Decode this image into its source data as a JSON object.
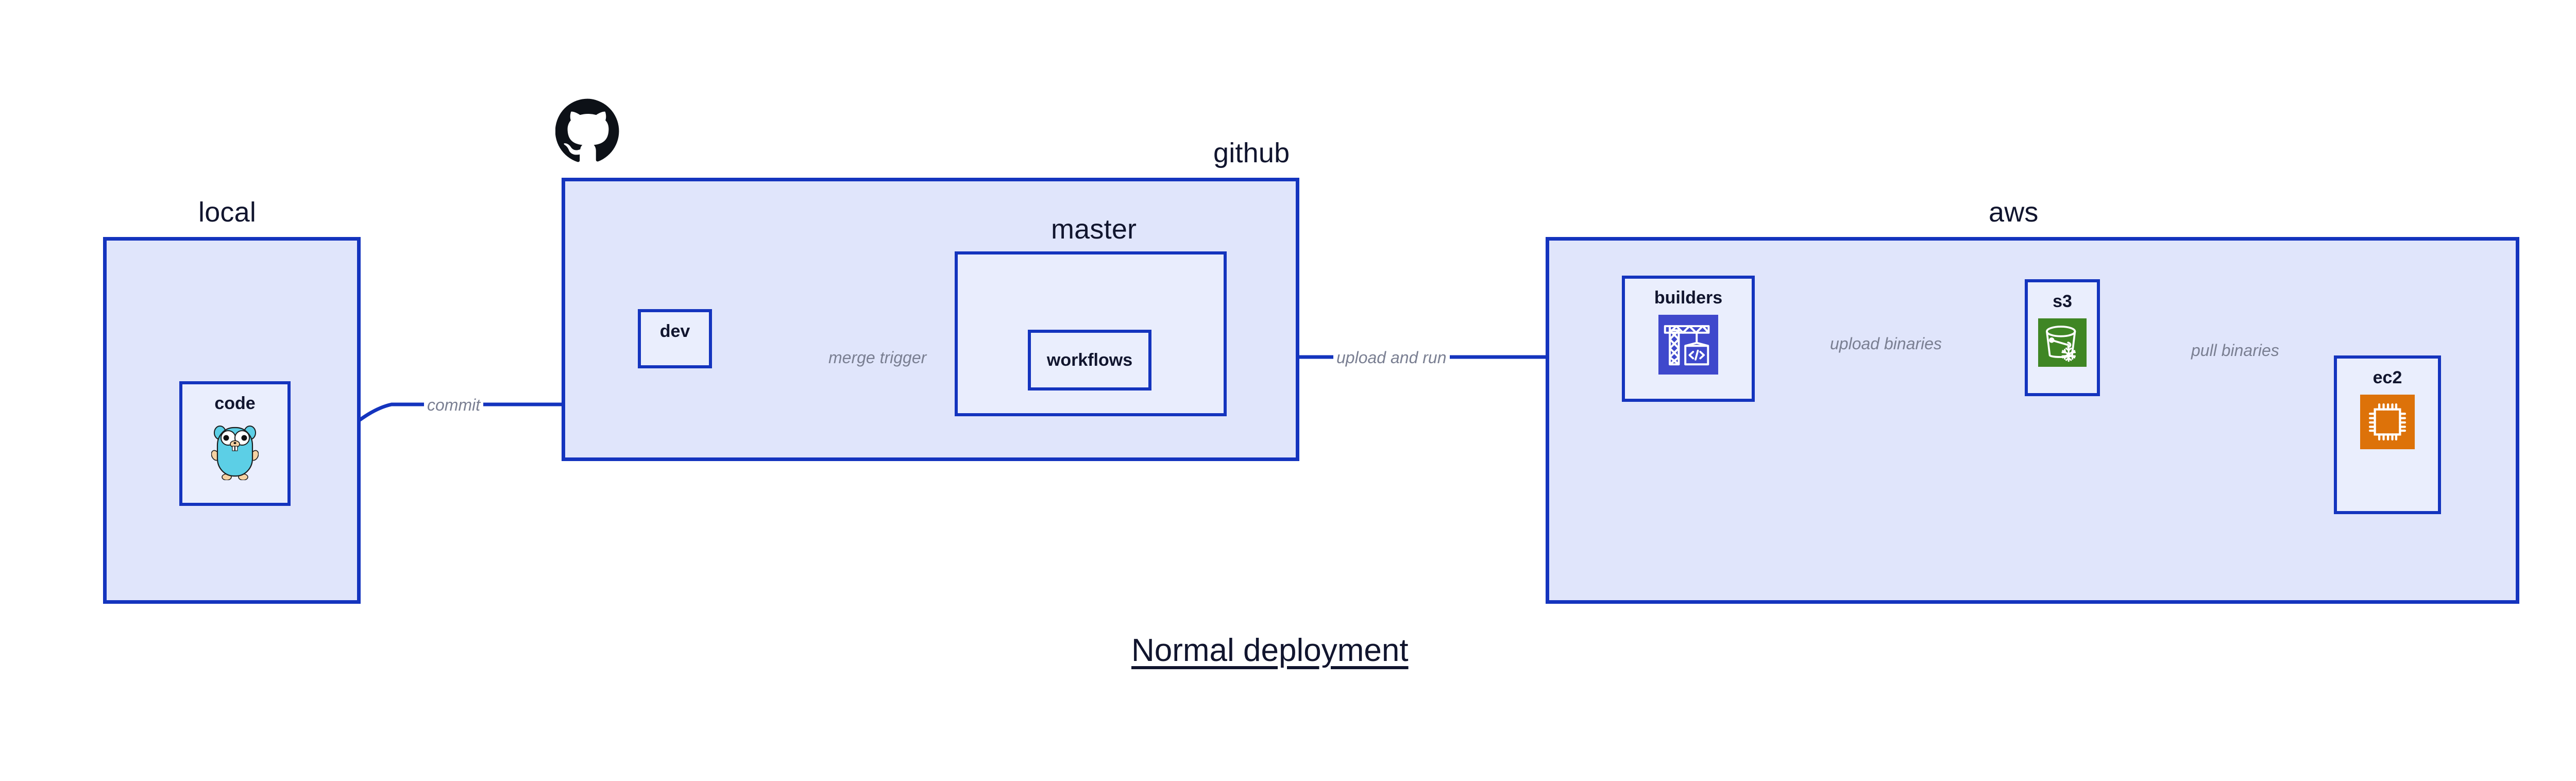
{
  "diagram": {
    "title": "Normal deployment",
    "background_color": "#ffffff",
    "accent_color": "#1434be",
    "group_fill": "#e0e5fb",
    "node_fill": "#eaeefd",
    "label_color": "#11152e",
    "edge_label_color": "#7a7f92"
  },
  "groups": [
    {
      "id": "local",
      "label": "local",
      "logo": null,
      "nodes": [
        "code"
      ]
    },
    {
      "id": "github",
      "label": "github",
      "logo": "github-octocat-icon",
      "nodes": [
        "dev"
      ],
      "subgroups": [
        "master"
      ]
    },
    {
      "id": "master",
      "label": "master",
      "nodes": [
        "workflows"
      ]
    },
    {
      "id": "aws",
      "label": "aws",
      "logo": null,
      "nodes": [
        "builders",
        "s3",
        "ec2"
      ]
    }
  ],
  "nodes": [
    {
      "id": "code",
      "label": "code",
      "icon": "go-gopher-icon",
      "icon_color": "#5ccfe6"
    },
    {
      "id": "dev",
      "label": "dev",
      "icon": null,
      "icon_color": null
    },
    {
      "id": "workflows",
      "label": "workflows",
      "icon": null,
      "icon_color": null
    },
    {
      "id": "builders",
      "label": "builders",
      "icon": "aws-codebuild-icon",
      "icon_color": "#3f48cc"
    },
    {
      "id": "s3",
      "label": "s3",
      "icon": "aws-s3-glacier-icon",
      "icon_color": "#3f8624"
    },
    {
      "id": "ec2",
      "label": "ec2",
      "icon": "aws-ec2-icon",
      "icon_color": "#dd7209"
    }
  ],
  "edges": [
    {
      "id": "commit",
      "from": "code",
      "to": "dev",
      "label": "commit",
      "style": "curved"
    },
    {
      "id": "merge-trigger",
      "from": "dev",
      "to": "workflows",
      "label": "merge trigger",
      "style": "straight"
    },
    {
      "id": "upload-and-run",
      "from": "workflows",
      "to": "builders",
      "label": "upload and run",
      "style": "straight"
    },
    {
      "id": "upload-binaries",
      "from": "builders",
      "to": "s3",
      "label": "upload binaries",
      "style": "straight"
    },
    {
      "id": "pull-binaries",
      "from": "s3",
      "to": "ec2",
      "label": "pull binaries",
      "style": "curved"
    }
  ]
}
